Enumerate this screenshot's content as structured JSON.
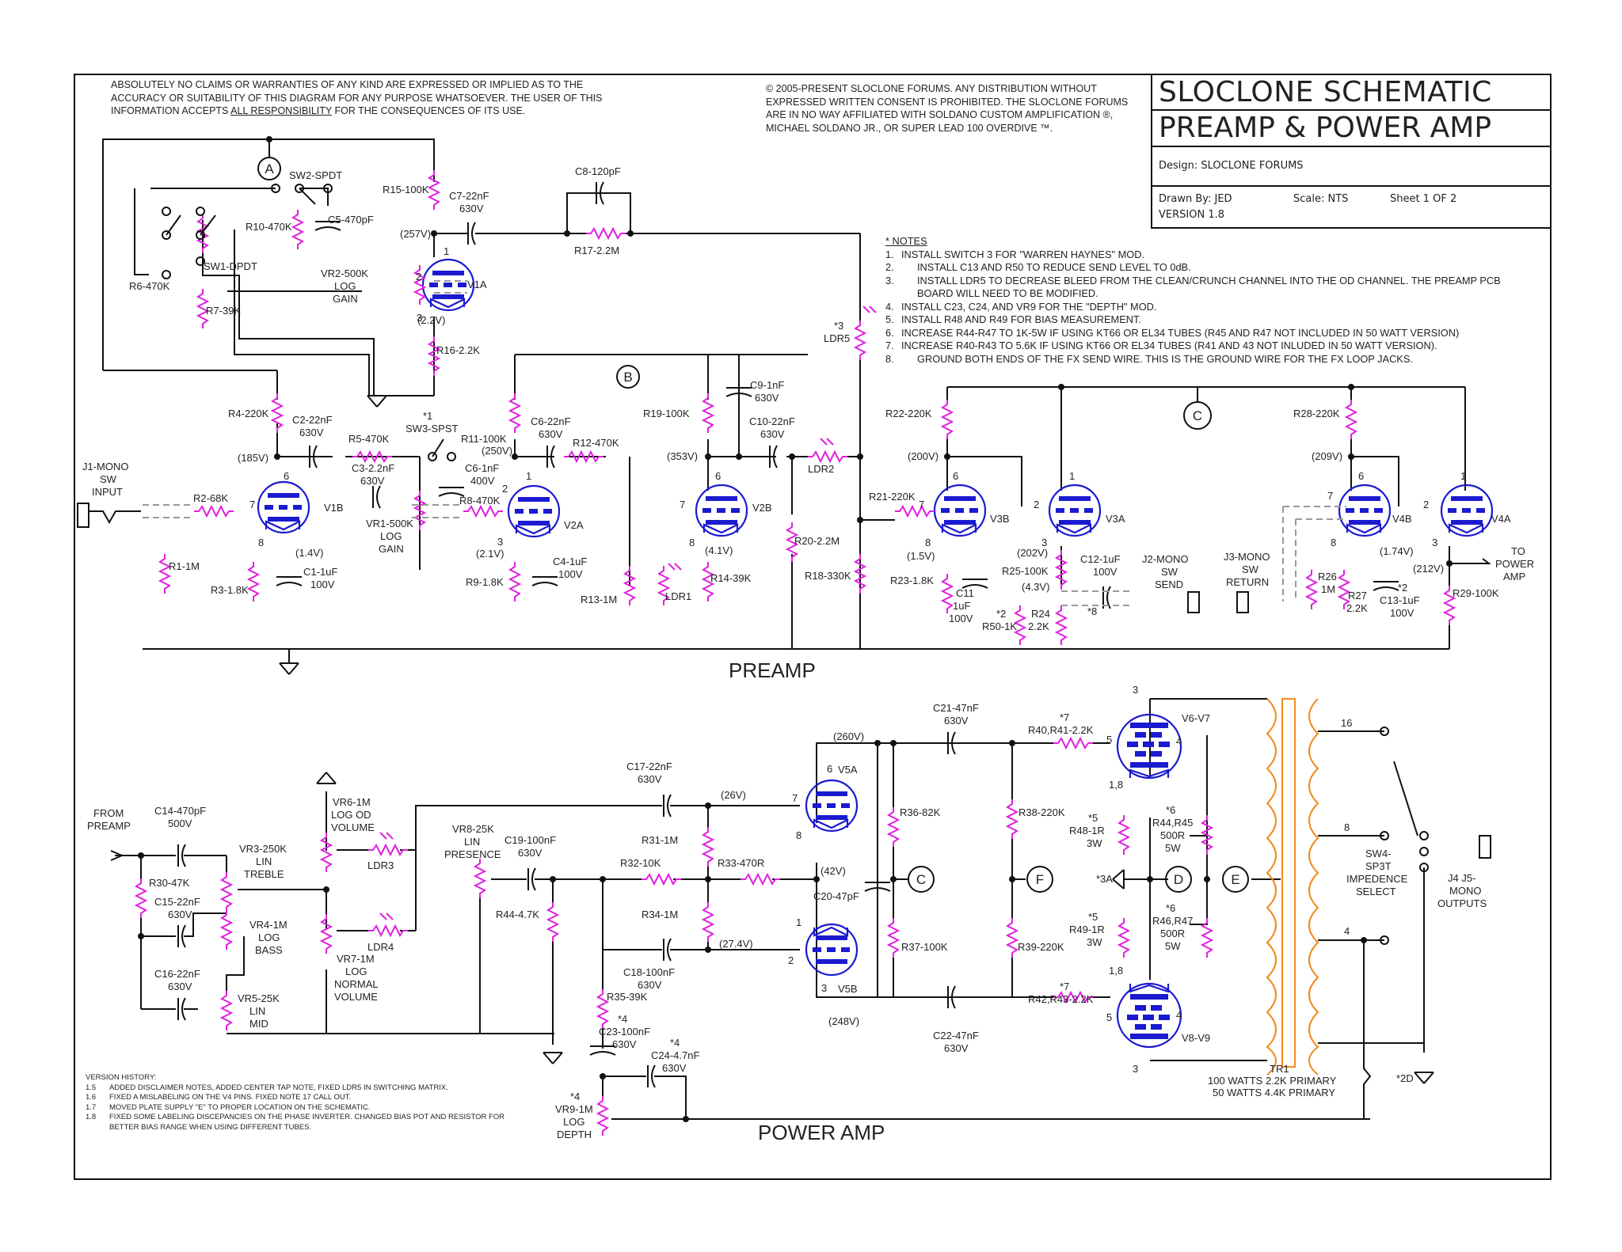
{
  "disclaimer": {
    "text_before": "ABSOLUTELY NO CLAIMS OR WARRANTIES OF ANY KIND ARE EXPRESSED OR IMPLIED AS TO THE ACCURACY OR SUITABILITY OF THIS DIAGRAM FOR ANY PURPOSE WHATSOEVER. THE USER OF THIS INFORMATION ACCEPTS ",
    "underlined": "ALL RESPONSIBILITY",
    "text_after": " FOR THE CONSEQUENCES OF ITS USE."
  },
  "copyright": "© 2005-PRESENT SLOCLONE FORUMS. ANY DISTRIBUTION WITHOUT EXPRESSED WRITTEN CONSENT IS PROHIBITED. THE SLOCLONE FORUMS ARE IN NO WAY AFFILIATED WITH SOLDANO CUSTOM AMPLIFICATION ®, MICHAEL SOLDANO JR., OR SUPER LEAD 100 OVERDIVE ™.",
  "title_block": {
    "title1": "SLOCLONE SCHEMATIC",
    "title2": "PREAMP & POWER AMP",
    "design": "Design: SLOCLONE FORUMS",
    "drawn_by": "Drawn By: JED",
    "scale": "Scale: NTS",
    "sheet": "Sheet 1 OF 2",
    "version": "VERSION 1.8"
  },
  "notes": {
    "header": "* NOTES",
    "items": [
      {
        "num": "1.",
        "text": "INSTALL SWITCH 3 FOR \"WARREN HAYNES\" MOD."
      },
      {
        "num": "2.",
        "text": "INSTALL C13 AND R50 TO REDUCE SEND LEVEL TO 0dB."
      },
      {
        "num": "3.",
        "text": "INSTALL LDR5 TO DECREASE BLEED FROM THE CLEAN/CRUNCH CHANNEL INTO THE OD CHANNEL. THE PREAMP PCB BOARD WILL NEED TO BE MODIFIED."
      },
      {
        "num": "4.",
        "text": "INSTALL C23, C24, AND VR9 FOR THE \"DEPTH\" MOD."
      },
      {
        "num": "5.",
        "text": "INSTALL R48 AND R49 FOR BIAS MEASUREMENT."
      },
      {
        "num": "6.",
        "text": "INCREASE R44-R47 TO 1K-5W IF USING KT66 OR EL34 TUBES (R45 AND R47 NOT INCLUDED IN 50 WATT VERSION)"
      },
      {
        "num": "7.",
        "text": "INCREASE R40-R43 TO 5.6K IF USING KT66 OR EL34 TUBES (R41 AND 43 NOT INLUDED IN 50 WATT VERSION)."
      },
      {
        "num": "8.",
        "text": "GROUND BOTH ENDS OF THE FX SEND WIRE. THIS IS THE GROUND WIRE FOR THE FX LOOP JACKS."
      }
    ]
  },
  "version_history": {
    "header": "VERSION HISTORY:",
    "items": [
      {
        "ver": "1.5",
        "text": "ADDED DISCLAIMER NOTES, ADDED CENTER TAP NOTE, FIXED LDR5 IN SWITCHING MATRIX."
      },
      {
        "ver": "1.6",
        "text": "FIXED A MISLABELING ON THE V4 PINS. FIXED NOTE 17 CALL OUT."
      },
      {
        "ver": "1.7",
        "text": "MOVED PLATE SUPPLY \"E\" TO PROPER LOCATION ON THE SCHEMATIC."
      },
      {
        "ver": "1.8",
        "text": "FIXED SOME LABELING DISCEPANCIES ON THE PHASE INVERTER. CHANGED BIAS POT AND RESISTOR FOR BETTER BIAS RANGE WHEN USING DIFFERENT TUBES."
      }
    ]
  },
  "sections": {
    "preamp": "PREAMP",
    "power_amp": "POWER AMP"
  },
  "colors": {
    "wire": "#111111",
    "resistor": "#e020e0",
    "tube": "#1a1ad0",
    "transformer": "#f08a1c"
  },
  "nodes": {
    "A": "A",
    "B": "B",
    "C": "C",
    "C2": "C",
    "D": "D",
    "E": "E",
    "F": "F"
  },
  "preamp": {
    "j1": [
      "J1-MONO",
      "SW",
      "INPUT"
    ],
    "r1": "R1-1M",
    "r2": "R2-68K",
    "r3": "R3-1.8K",
    "r4": "R4-220K",
    "r5": "R5-470K",
    "r6": "R6-470K",
    "r7": "R7-39K",
    "r8": "R8-470K",
    "r9": "R9-1.8K",
    "r10": "R10-470K",
    "r11": "R11-100K",
    "r12": "R12-470K",
    "r13": "R13-1M",
    "r14": "R14-39K",
    "r15": "R15-100K",
    "r16": "R16-2.2K",
    "r17": "R17-2.2M",
    "r18": "R18-330K",
    "r19": "R19-100K",
    "r20": "R20-2.2M",
    "r21": "R21-220K",
    "r22": "R22-220K",
    "r23": "R23-1.8K",
    "r24": [
      "R24",
      "2.2K"
    ],
    "r25": "R25-100K",
    "r26": [
      "R26",
      "1M"
    ],
    "r27": [
      "R27",
      "2.2K"
    ],
    "r28": "R28-220K",
    "r29": "R29-100K",
    "r50": [
      "*2",
      "R50-1K"
    ],
    "c1": [
      "C1-1uF",
      "100V"
    ],
    "c2": [
      "C2-22nF",
      "630V"
    ],
    "c3": [
      "C3-2.2nF",
      "630V"
    ],
    "c4": [
      "C4-1uF",
      "100V"
    ],
    "c5": "C5-470pF",
    "c6a": [
      "C6-22nF",
      "630V"
    ],
    "c6b": [
      "C6-1nF",
      "400V"
    ],
    "c7": [
      "C7-22nF",
      "630V"
    ],
    "c8": "C8-120pF",
    "c9": [
      "C9-1nF",
      "630V"
    ],
    "c10": [
      "C10-22nF",
      "630V"
    ],
    "c11": [
      "C11",
      "1uF",
      "100V"
    ],
    "c12": [
      "C12-1uF",
      "100V"
    ],
    "c13": [
      "*2",
      "C13-1uF",
      "100V"
    ],
    "vr1": [
      "VR1-500K",
      "LOG",
      "GAIN"
    ],
    "vr2": [
      "VR2-500K",
      "LOG",
      "GAIN"
    ],
    "sw1": "SW1-DPDT",
    "sw2": "SW2-SPDT",
    "sw3": [
      "*1",
      "SW3-SPST"
    ],
    "ldr1": "LDR1",
    "ldr2": "LDR2",
    "ldr5": [
      "*3",
      "LDR5"
    ],
    "j2": [
      "J2-MONO",
      "SW",
      "SEND"
    ],
    "j3": [
      "J3-MONO",
      "SW",
      "RETURN"
    ],
    "note8": "*8",
    "to_power": [
      "TO",
      "POWER",
      "AMP"
    ],
    "tubes": {
      "v1a": "V1A",
      "v1b": "V1B",
      "v2a": "V2A",
      "v2b": "V2B",
      "v3a": "V3A",
      "v3b": "V3B",
      "v4a": "V4A",
      "v4b": "V4B"
    },
    "voltages": {
      "v257": "(257V)",
      "v22": "(2.2V)",
      "v185": "(185V)",
      "v14": "(1.4V)",
      "v250": "(250V)",
      "v21": "(2.1V)",
      "v353": "(353V)",
      "v41": "(4.1V)",
      "v200": "(200V)",
      "v15": "(1.5V)",
      "v202": "(202V)",
      "v43": "(4.3V)",
      "v209": "(209V)",
      "v174": "(1.74V)",
      "v212": "(212V)"
    },
    "pins": {
      "p1": "1",
      "p2": "2",
      "p3": "3",
      "p6": "6",
      "p7": "7",
      "p8": "8"
    }
  },
  "power_amp": {
    "from_preamp": [
      "FROM",
      "PREAMP"
    ],
    "c14": [
      "C14-470pF",
      "500V"
    ],
    "c15": [
      "C15-22nF",
      "630V"
    ],
    "c16": [
      "C16-22nF",
      "630V"
    ],
    "c17": [
      "C17-22nF",
      "630V"
    ],
    "c18": [
      "C18-100nF",
      "630V"
    ],
    "c19": [
      "C19-100nF",
      "630V"
    ],
    "c20": "C20-47pF",
    "c21": [
      "C21-47nF",
      "630V"
    ],
    "c22": [
      "C22-47nF",
      "630V"
    ],
    "c23": [
      "*4",
      "C23-100nF",
      "630V"
    ],
    "c24": [
      "*4",
      "C24-4.7nF",
      "630V"
    ],
    "r30": "R30-47K",
    "r31": "R31-1M",
    "r32": "R32-10K",
    "r33": "R33-470R",
    "r34": "R34-1M",
    "r35": "R35-39K",
    "r36": "R36-82K",
    "r37": "R37-100K",
    "r38": "R38-220K",
    "r39": "R39-220K",
    "r44": "R44-4.7K",
    "r40": [
      "*7",
      "R40,R41-2.2K"
    ],
    "r42": [
      "*7",
      "R42,R43-2.2K"
    ],
    "r48": [
      "*5",
      "R48-1R",
      "3W"
    ],
    "r49": [
      "*5",
      "R49-1R",
      "3W"
    ],
    "r44s": [
      "*6",
      "R44,R45",
      "500R",
      "5W"
    ],
    "r46s": [
      "*6",
      "R46,R47",
      "500R",
      "5W"
    ],
    "vr3": [
      "VR3-250K",
      "LIN",
      "TREBLE"
    ],
    "vr4": [
      "VR4-1M",
      "LOG",
      "BASS"
    ],
    "vr5": [
      "VR5-25K",
      "LIN",
      "MID"
    ],
    "vr6": [
      "VR6-1M",
      "LOG OD",
      "VOLUME"
    ],
    "vr7": [
      "VR7-1M",
      "LOG",
      "NORMAL",
      "VOLUME"
    ],
    "vr8": [
      "VR8-25K",
      "LIN",
      "PRESENCE"
    ],
    "vr9": [
      "*4",
      "VR9-1M",
      "LOG",
      "DEPTH"
    ],
    "ldr3": "LDR3",
    "ldr4": "LDR4",
    "tubes": {
      "v5a": "V5A",
      "v5b": "V5B",
      "v67": "V6-V7",
      "v89": "V8-V9"
    },
    "voltages": {
      "v260": "(260V)",
      "v26": "(26V)",
      "v42": "(42V)",
      "v274": "(27.4V)",
      "v248": "(248V)"
    },
    "pins": {
      "p1": "1",
      "p2": "2",
      "p3": "3",
      "p4": "4",
      "p5": "5",
      "p6": "6",
      "p7": "7",
      "p8": "8",
      "p18": "1,8"
    },
    "bias_ref": "*3A",
    "ground_note": "*2D",
    "tr1": [
      "TR1",
      "100 WATTS 2.2K PRIMARY",
      "50 WATTS 4.4K PRIMARY"
    ],
    "taps": {
      "t16": "16",
      "t8": "8",
      "t4": "4"
    },
    "sw4": [
      "SW4-",
      "SP3T",
      "IMPEDENCE",
      "SELECT"
    ],
    "j4": [
      "J4 J5-",
      "MONO",
      "OUTPUTS"
    ]
  }
}
